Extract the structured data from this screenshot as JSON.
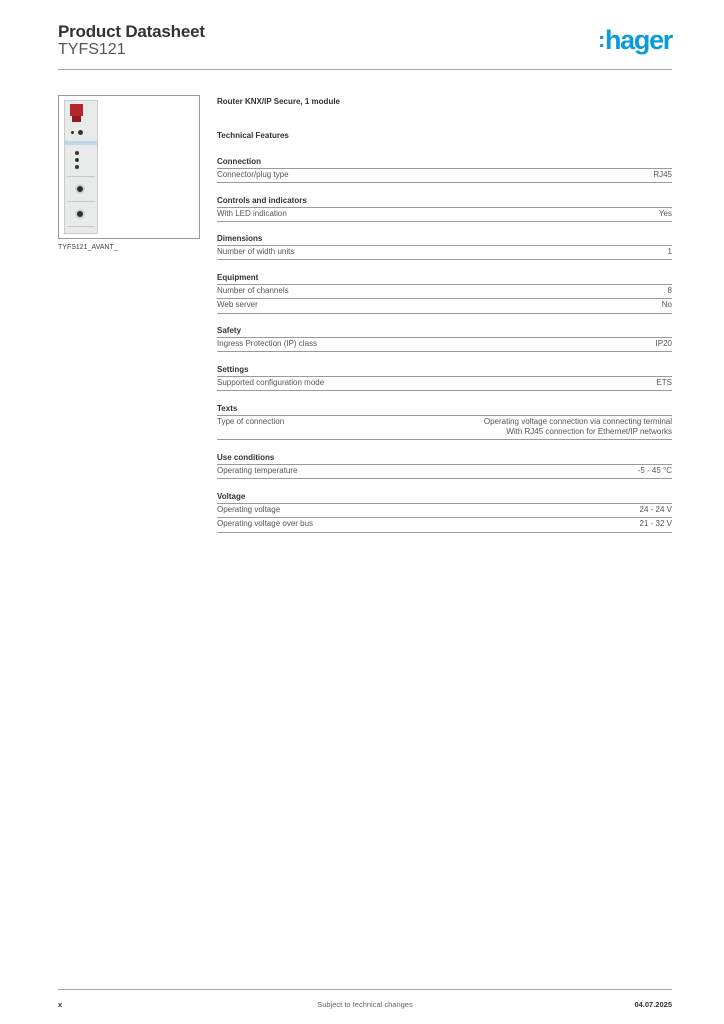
{
  "header": {
    "title": "Product Datasheet",
    "code": "TYFS121",
    "logo_text": "hager",
    "logo_color": "#0a9bd8"
  },
  "image": {
    "caption": "TYFS121_AVANT_"
  },
  "product": {
    "name": "Router KNX/IP Secure, 1 module",
    "features_title": "Technical Features"
  },
  "sections": [
    {
      "title": "Connection",
      "rows": [
        {
          "label": "Connector/plug type",
          "value": "RJ45"
        }
      ]
    },
    {
      "title": "Controls and indicators",
      "rows": [
        {
          "label": "With LED indication",
          "value": "Yes"
        }
      ]
    },
    {
      "title": "Dimensions",
      "rows": [
        {
          "label": "Number of width units",
          "value": "1"
        }
      ]
    },
    {
      "title": "Equipment",
      "rows": [
        {
          "label": "Number of channels",
          "value": "8"
        },
        {
          "label": "Web server",
          "value": "No"
        }
      ]
    },
    {
      "title": "Safety",
      "rows": [
        {
          "label": "Ingress Protection (IP) class",
          "value": "IP20"
        }
      ]
    },
    {
      "title": "Settings",
      "rows": [
        {
          "label": "Supported configuration mode",
          "value": "ETS"
        }
      ]
    },
    {
      "title": "Texts",
      "rows": [
        {
          "label": "Type of connection",
          "value": "Operating voltage connection via connecting terminal",
          "value2": "With RJ45 connection for Ethernet/IP networks"
        }
      ]
    },
    {
      "title": "Use conditions",
      "rows": [
        {
          "label": "Operating temperature",
          "value": "-5 - 45 °C"
        }
      ]
    },
    {
      "title": "Voltage",
      "rows": [
        {
          "label": "Operating voltage",
          "value": "24 - 24 V"
        },
        {
          "label": "Operating voltage over bus",
          "value": "21 - 32 V"
        }
      ]
    }
  ],
  "footer": {
    "left": "x",
    "center": "Subject to technical changes",
    "right": "04.07.2025"
  }
}
